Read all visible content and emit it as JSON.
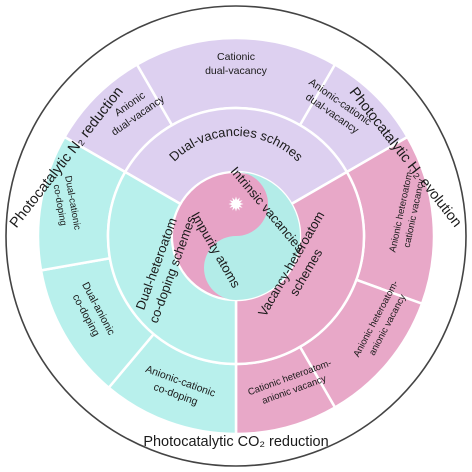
{
  "outer_labels": {
    "top_left": "Photocatalytic N₂ reduction",
    "top_right": "Photocatalytic H₂ evolution",
    "bottom": "Photocatalytic CO₂ reduction"
  },
  "categories": {
    "dual_vacancies": "Dual-vacancies schmes",
    "dual_heteroatom": [
      "Dual-heteroatom",
      "co-doping schemes"
    ],
    "vacancy_heteroatom": [
      "Vacancy-heteroatom",
      "schemes"
    ]
  },
  "core": {
    "intrinsic": "Intrinsic vacancies",
    "impurity": "Impurity atoms"
  },
  "segments": {
    "cationic_dual_vacancy": [
      "Cationic",
      "dual-vacancy"
    ],
    "anionic_dual_vacancy": [
      "Anionic",
      "dual-vacancy"
    ],
    "anionic_cationic_dual_vacancy": [
      "Anionic-cationic",
      "dual-vacancy"
    ],
    "anionic_heteroatom_cationic_vacancy": [
      "Anionic heteroatom-",
      "cationic vacancy"
    ],
    "anionic_heteroatom_anionic_vacancy": [
      "Anionic heteroatom-",
      "anionic vacancy"
    ],
    "cationic_heteroatom_anionic_vacancy": [
      "Cationic heteroatom-",
      "anionic vacancy"
    ],
    "anionic_cationic_codoping": [
      "Anionic-cationic",
      "co-doping"
    ],
    "dual_anionic_codoping": [
      "Dual-anionic",
      "co-doping"
    ],
    "dual_cationic_codoping": [
      "Dual-cationic",
      "co-doping"
    ]
  },
  "colors": {
    "purple": "#ddd0f0",
    "pink": "#e8a8c8",
    "cyan": "#b8f0ec",
    "core_pink": "#e7a3c6",
    "core_cyan": "#b3ece8",
    "outline": "#ffffff",
    "ring": "#444444"
  }
}
